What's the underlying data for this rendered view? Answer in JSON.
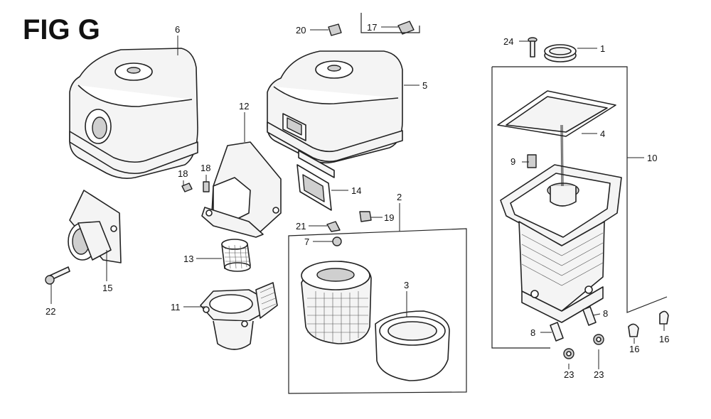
{
  "diagram": {
    "title": "FIG G",
    "labels": [
      "1",
      "2",
      "3",
      "4",
      "5",
      "6",
      "7",
      "8",
      "8",
      "9",
      "10",
      "11",
      "12",
      "13",
      "14",
      "15",
      "16",
      "16",
      "17",
      "18",
      "18",
      "19",
      "20",
      "21",
      "22",
      "23",
      "23",
      "24"
    ]
  }
}
